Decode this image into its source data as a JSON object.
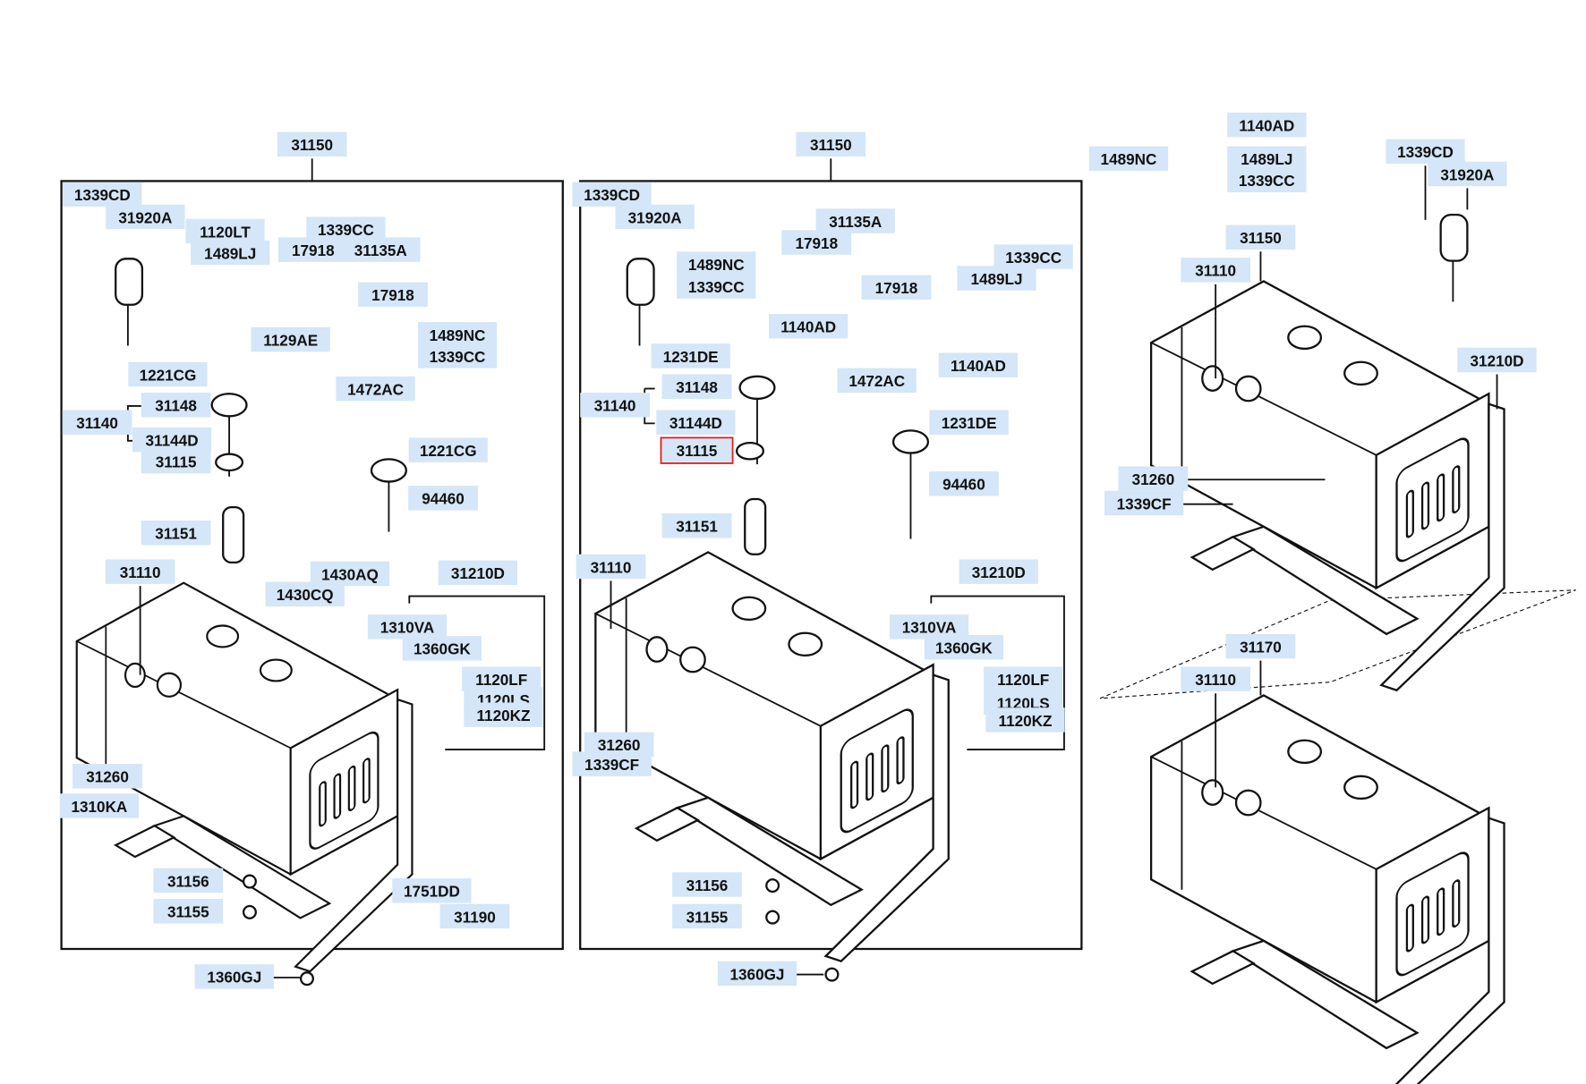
{
  "diagram": {
    "highlight_color": "#e02020",
    "label_background": "#d4e6f7",
    "highlighted_part": "31115",
    "left_panel": {
      "assembly": "31150",
      "labels": [
        "1339CD",
        "31920A",
        "1120LT",
        "1489LJ",
        "1339CC",
        "17918",
        "31135A",
        "17918",
        "1129AE",
        "1489NC",
        "1339CC",
        "1221CG",
        "1472AC",
        "31148",
        "31140",
        "31144D",
        "31115",
        "1221CG",
        "94460",
        "31151",
        "31110",
        "1430AQ",
        "31210D",
        "1430CQ",
        "1310VA",
        "1360GK",
        "1120LF",
        "1120LS",
        "1120KZ",
        "31260",
        "1310KA",
        "31156",
        "31155",
        "1751DD",
        "31190",
        "1360GJ"
      ]
    },
    "middle_panel": {
      "assembly": "31150",
      "labels": [
        "1339CD",
        "31920A",
        "31135A",
        "17918",
        "1489NC",
        "1339CC",
        "17918",
        "1339CC",
        "1489LJ",
        "1140AD",
        "1231DE",
        "1140AD",
        "1472AC",
        "31148",
        "31140",
        "31144D",
        "31115",
        "1231DE",
        "94460",
        "31151",
        "31110",
        "31210D",
        "1310VA",
        "1360GK",
        "1120LF",
        "1120LS",
        "1120KZ",
        "31260",
        "1339CF",
        "31156",
        "31155",
        "1360GJ"
      ]
    },
    "right_panel": {
      "labels": [
        "1489NC",
        "1140AD",
        "1489LJ",
        "1339CC",
        "1339CD",
        "31920A",
        "31150",
        "31110",
        "31210D",
        "31260",
        "1339CF",
        "31170",
        "31110"
      ]
    }
  }
}
